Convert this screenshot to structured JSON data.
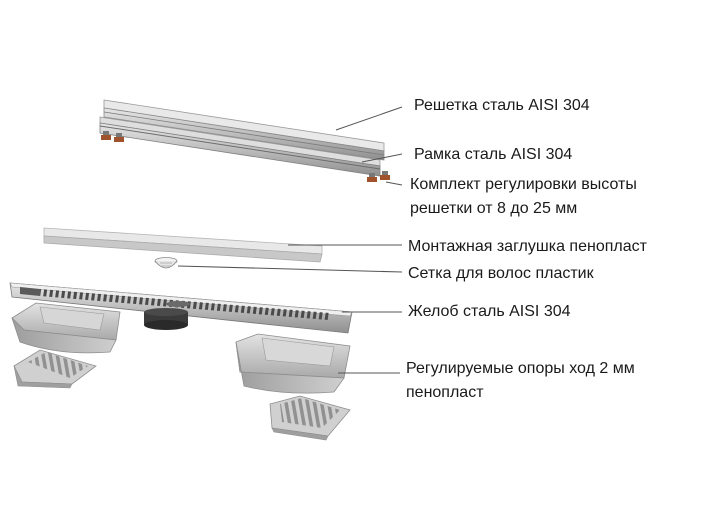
{
  "labels": [
    {
      "id": "grate",
      "text": "Решетка сталь AISI 304"
    },
    {
      "id": "frame",
      "text": "Рамка сталь AISI 304"
    },
    {
      "id": "height-kit",
      "lines": [
        "Комплект регулировки высоты",
        "решетки от 8 до 25 мм"
      ]
    },
    {
      "id": "foam-plug",
      "text": "Монтажная заглушка пенопласт"
    },
    {
      "id": "hair-mesh",
      "text": "Сетка для волос пластик"
    },
    {
      "id": "channel",
      "text": "Желоб сталь AISI 304"
    },
    {
      "id": "supports",
      "lines": [
        "Регулируемые опоры ход 2 мм",
        "пенопласт"
      ]
    }
  ],
  "colors": {
    "background": "#ffffff",
    "steel": "#c9c9c9",
    "steel_dark": "#8e8e8e",
    "foam": "#bdbdbd",
    "foot": "#a0522d",
    "leader": "#555555",
    "text": "#1a1a1a"
  }
}
